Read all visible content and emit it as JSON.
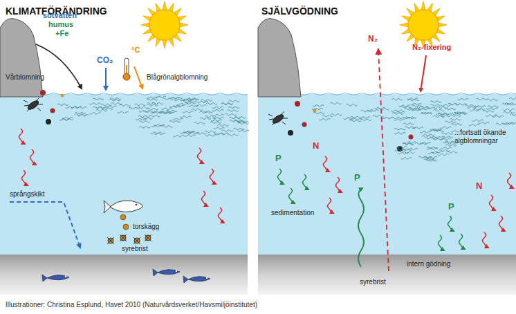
{
  "diagram": {
    "caption": "Illustrationer: Christina Esplund, Havet 2010 (Naturvårdsverket/Havsmiljöinstitutet)",
    "labels": [
      "KLIMATFÖRÄNDRING",
      "sötvatten",
      "humus",
      "+Fe",
      "CO₂",
      "°C",
      "Vårblomning",
      "Blågrönalgblomning",
      "språngskikt",
      "torskägg",
      "syrebrist",
      "SJÄLVGÖDNING",
      "N₂",
      "N₂-fixering",
      "N",
      "P",
      "...fortsatt ökande algblomningar",
      "sedimentation",
      "P",
      "N",
      "P",
      "intern gödning",
      "syrebrist"
    ]
  }
}
